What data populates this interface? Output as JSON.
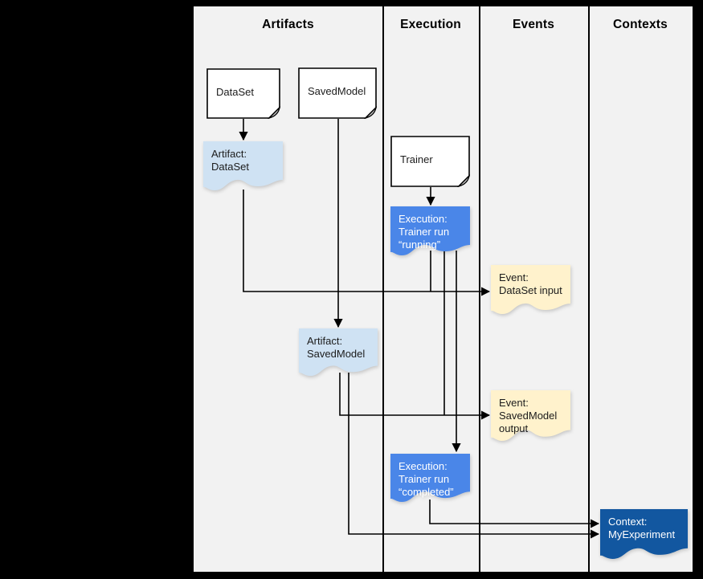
{
  "lanes": [
    {
      "label": "Artifacts"
    },
    {
      "label": "Execution"
    },
    {
      "label": "Events"
    },
    {
      "label": "Contexts"
    }
  ],
  "nodes": {
    "dataset": {
      "type": "document",
      "lane": "Artifacts",
      "label": "DataSet"
    },
    "savedmodel": {
      "type": "document",
      "lane": "Artifacts",
      "label": "SavedModel"
    },
    "trainer": {
      "type": "document",
      "lane": "Execution",
      "label": "Trainer"
    },
    "artifact_dataset": {
      "type": "artifact",
      "lane": "Artifacts",
      "label": "Artifact:\nDataSet"
    },
    "execution_running": {
      "type": "execution",
      "lane": "Execution",
      "label": "Execution:\nTrainer run\n“running”"
    },
    "event_dataset_input": {
      "type": "event",
      "lane": "Events",
      "label": "Event:\nDataSet input"
    },
    "artifact_savedmodel": {
      "type": "artifact",
      "lane": "Artifacts",
      "label": "Artifact:\nSavedModel"
    },
    "event_savedmodel_output": {
      "type": "event",
      "lane": "Events",
      "label": "Event:\nSavedModel\noutput"
    },
    "execution_completed": {
      "type": "execution",
      "lane": "Execution",
      "label": "Execution:\nTrainer run\n“completed”"
    },
    "context_myexperiment": {
      "type": "context",
      "lane": "Contexts",
      "label": "Context:\nMyExperiment"
    }
  },
  "edges": [
    {
      "from": "DataSet",
      "to": "Artifact: DataSet"
    },
    {
      "from": "SavedModel",
      "to": "Artifact: SavedModel"
    },
    {
      "from": "Trainer",
      "to": "Execution: Trainer run “running”"
    },
    {
      "from": "Artifact: DataSet",
      "to": "Event: DataSet input"
    },
    {
      "from": "Execution: Trainer run “running”",
      "to": "Event: DataSet input"
    },
    {
      "from": "Artifact: SavedModel",
      "to": "Event: SavedModel output"
    },
    {
      "from": "Execution: Trainer run “running”",
      "to": "Event: SavedModel output"
    },
    {
      "from": "Execution: Trainer run “running”",
      "to": "Execution: Trainer run “completed”"
    },
    {
      "from": "Execution: Trainer run “completed”",
      "to": "Context: MyExperiment"
    },
    {
      "from": "Artifact: SavedModel",
      "to": "Context: MyExperiment"
    }
  ],
  "colors": {
    "page_background": "#000000",
    "board_background": "#f2f2f2",
    "line": "#000000",
    "document_fill": "#ffffff",
    "document_fold": "#c9c9c9",
    "artifact_fill": "#cfe2f3",
    "execution_fill": "#4a86e8",
    "event_fill": "#fff2cc",
    "context_fill": "#1257a0",
    "text_dark": "#1c1c1c",
    "text_light": "#ffffff"
  }
}
